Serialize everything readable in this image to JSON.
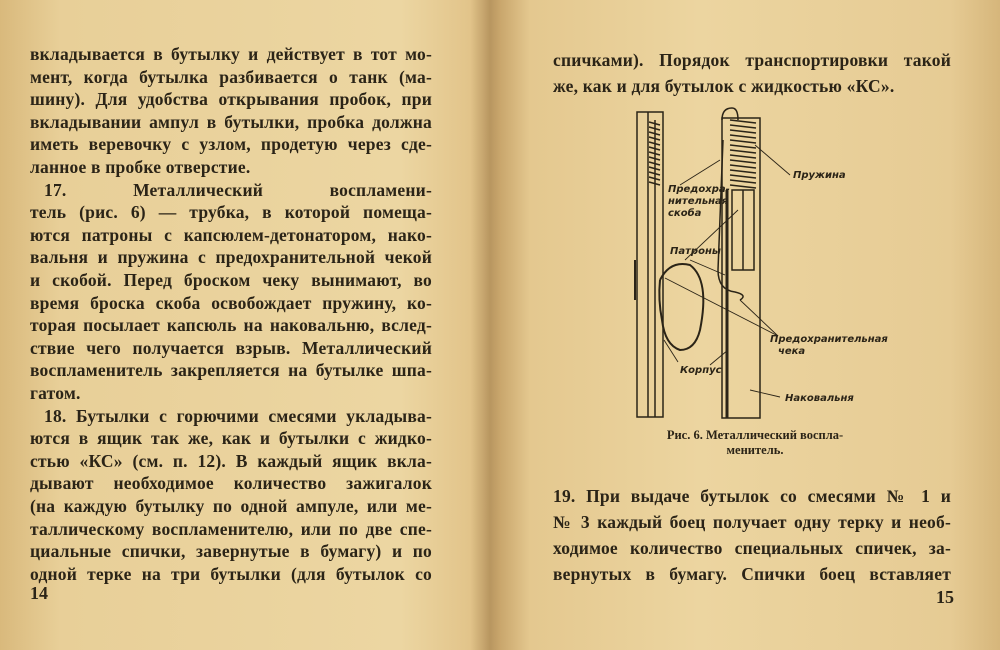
{
  "left_page": {
    "lines": [
      "вкладывается в бутылку и действует в тот мо-",
      "мент, когда бутылка разбивается о танк (ма-",
      "шину). Для удобства открывания пробок, при",
      "вкладывании ампул в бутылки, пробка должна",
      "иметь веревочку с узлом, продетую через сде-",
      "ланное в пробке отверстие.",
      "17. Металлический воспламени-",
      "тель (рис. 6) — трубка, в которой помеща-",
      "ются патроны с капсюлем-детонатором, нако-",
      "вальня и пружина с предохранительной чекой",
      "и скобой. Перед броском чеку вынимают, во",
      "время броска скоба освобождает пружину, ко-",
      "торая посылает капсюль на наковальню, вслед-",
      "ствие чего получается взрыв. Металлический",
      "воспламенитель закрепляется на бутылке шпа-",
      "гатом.",
      "18. Бутылки с горючими смесями укладыва-",
      "ются в ящик так же, как и бутылки с жидко-",
      "стью «КС» (см. п. 12). В каждый ящик вкла-",
      "дывают необходимое количество зажигалок",
      "(на каждую бутылку по одной ампуле, или ме-",
      "таллическому воспламенителю, или по две спе-",
      "циальные спички, завернутые в бумагу) и по",
      "одной терке на три бутылки (для бутылок со"
    ],
    "page_number": "14"
  },
  "right_page": {
    "top_lines": [
      "спичками). Порядок транспортировки такой",
      "же, как и для бутылок с жидкостью «КС»."
    ],
    "figure": {
      "labels": {
        "spring": "Пружина",
        "guard_1": "Предохра-",
        "guard_2": "нительная",
        "guard_3": "скоба",
        "cartridges": "Патроны",
        "pin_1": "Предохранительная",
        "pin_2": "чека",
        "body": "Корпус",
        "anvil": "Наковальня"
      },
      "caption_1": "Рис. 6. Металлический воспла-",
      "caption_2": "менитель."
    },
    "bottom_lines": [
      "19. При выдаче бутылок со смесями № 1 и",
      "№ 3 каждый боец получает одну терку и необ-",
      "ходимое количество специальных спичек, за-",
      "вернутых в бумагу. Спички боец вставляет"
    ],
    "page_number": "15"
  }
}
